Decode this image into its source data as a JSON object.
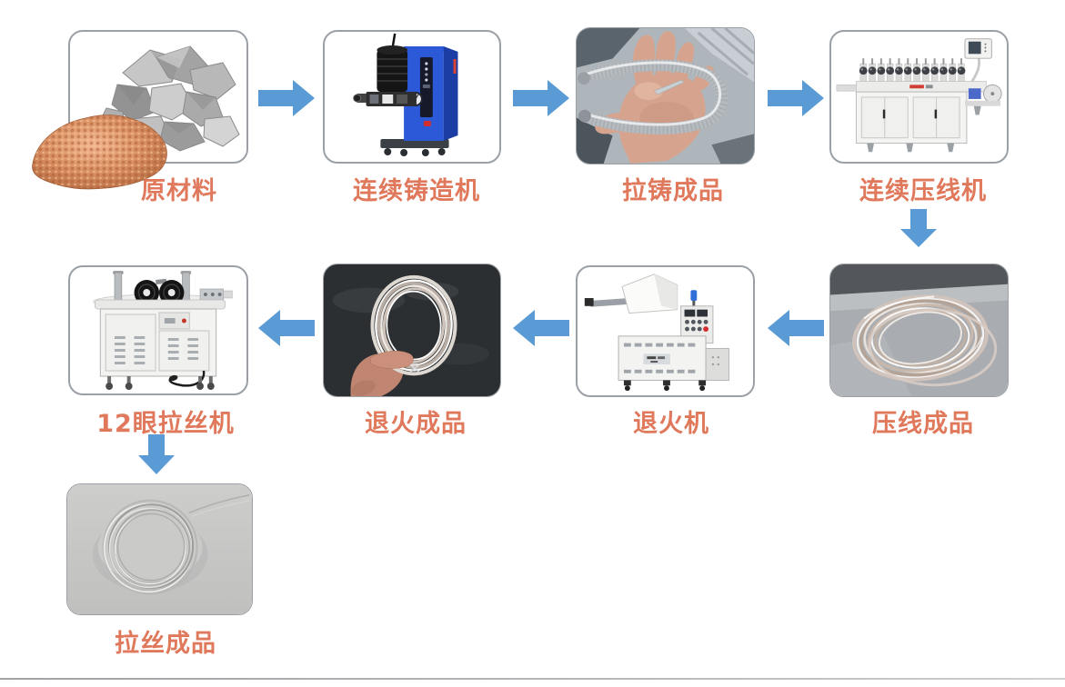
{
  "colors": {
    "arrow_blue": "#5B9BD5",
    "label_coral": "#E0795C",
    "frame_border": "#9aa0a6",
    "background": "#ffffff"
  },
  "flow": {
    "steps": [
      {
        "id": "raw-materials",
        "label": "原材料",
        "image": "copper-granules-and-silver-metal-chunks-photo"
      },
      {
        "id": "continuous-casting-machine",
        "label": "连续铸造机",
        "image": "blue-continuous-casting-machine-photo"
      },
      {
        "id": "cast-blank-product",
        "label": "拉铸成品",
        "image": "hand-holding-u-shaped-cast-rod-photo"
      },
      {
        "id": "continuous-extrusion-machine",
        "label": "连续压线机",
        "image": "white-continuous-wire-pressing-machine-photo"
      },
      {
        "id": "extruded-wire-product",
        "label": "压线成品",
        "image": "pressed-silver-wire-coil-photo"
      },
      {
        "id": "annealing-machine",
        "label": "退火机",
        "image": "annealing-machine-photo"
      },
      {
        "id": "annealed-wire-product",
        "label": "退火成品",
        "image": "hand-holding-annealed-wire-coil-photo"
      },
      {
        "id": "twelve-die-drawing-machine",
        "label": "12眼拉丝机",
        "image": "twelve-die-wire-drawing-machine-photo"
      },
      {
        "id": "drawn-wire-product",
        "label": "拉丝成品",
        "image": "fine-drawn-wire-coil-photo"
      }
    ],
    "arrows": [
      {
        "from": "raw-materials",
        "to": "continuous-casting-machine",
        "direction": "right"
      },
      {
        "from": "continuous-casting-machine",
        "to": "cast-blank-product",
        "direction": "right"
      },
      {
        "from": "cast-blank-product",
        "to": "continuous-extrusion-machine",
        "direction": "right"
      },
      {
        "from": "continuous-extrusion-machine",
        "to": "extruded-wire-product",
        "direction": "down"
      },
      {
        "from": "extruded-wire-product",
        "to": "annealing-machine",
        "direction": "left"
      },
      {
        "from": "annealing-machine",
        "to": "annealed-wire-product",
        "direction": "left"
      },
      {
        "from": "annealed-wire-product",
        "to": "twelve-die-drawing-machine",
        "direction": "left"
      },
      {
        "from": "twelve-die-drawing-machine",
        "to": "drawn-wire-product",
        "direction": "down"
      }
    ]
  }
}
